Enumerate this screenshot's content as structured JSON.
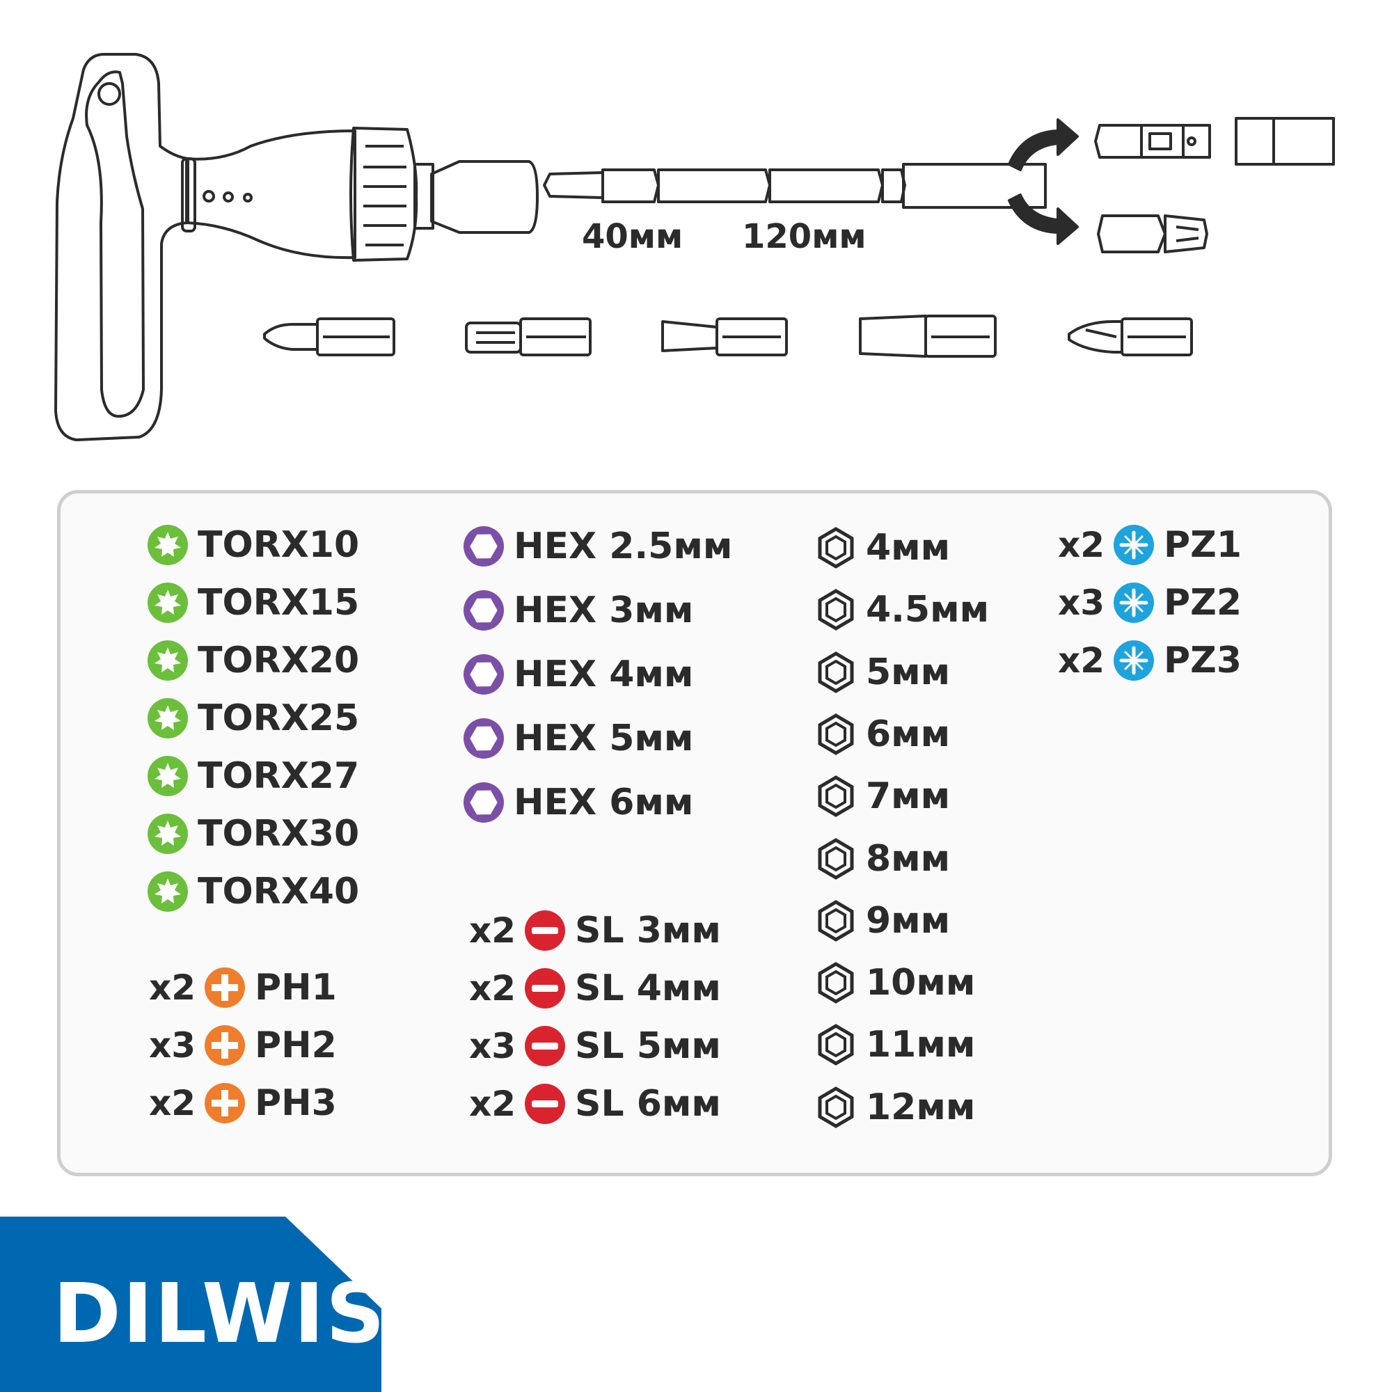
{
  "dimensions": {
    "short": "40мм",
    "long": "120мм"
  },
  "colors": {
    "torx": "#6bbf3b",
    "hex": "#7b4fa8",
    "phillips": "#ef7d2c",
    "slotted": "#d9242f",
    "pozi": "#1ea3dc",
    "socket": "#2b2b2b",
    "brand": "#0068b1",
    "panel_border": "#cfcfcf"
  },
  "columns": {
    "torx": [
      "TORX10",
      "TORX15",
      "TORX20",
      "TORX25",
      "TORX27",
      "TORX30",
      "TORX40"
    ],
    "phillips": [
      {
        "qty": "x2",
        "label": "PH1"
      },
      {
        "qty": "x3",
        "label": "PH2"
      },
      {
        "qty": "x2",
        "label": "PH3"
      }
    ],
    "hex": [
      "HEX 2.5мм",
      "HEX 3мм",
      "HEX 4мм",
      "HEX 5мм",
      "HEX 6мм"
    ],
    "slotted": [
      {
        "qty": "x2",
        "label": "SL 3мм"
      },
      {
        "qty": "x2",
        "label": "SL 4мм"
      },
      {
        "qty": "x3",
        "label": "SL 5мм"
      },
      {
        "qty": "x2",
        "label": "SL 6мм"
      }
    ],
    "sockets": [
      "4мм",
      "4.5мм",
      "5мм",
      "6мм",
      "7мм",
      "8мм",
      "9мм",
      "10мм",
      "11мм",
      "12мм"
    ],
    "pozi": [
      {
        "qty": "x2",
        "label": "PZ1"
      },
      {
        "qty": "x3",
        "label": "PZ2"
      },
      {
        "qty": "x2",
        "label": "PZ3"
      }
    ]
  },
  "icons": {
    "torx": "torx-icon",
    "hex": "hex-icon",
    "phillips": "phillips-icon",
    "slotted": "slotted-icon",
    "pozi": "pozidriv-icon",
    "socket": "hex-socket-icon"
  },
  "brand": {
    "name": "DILWIS"
  }
}
